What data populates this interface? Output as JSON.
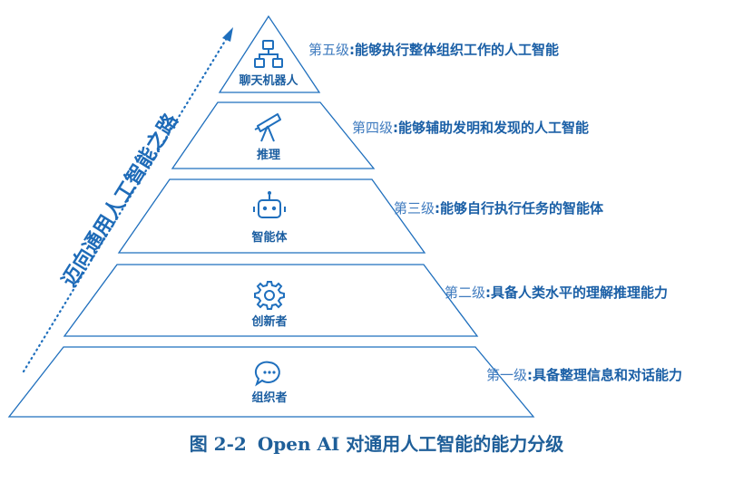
{
  "title_side": "迈向通用人工智能之路",
  "levels": [
    {
      "name": "组织者",
      "icon": "org-chart-icon",
      "num": "第五级",
      "desc": "能够执行整体组织工作的人工智能"
    },
    {
      "name": "创新者",
      "icon": "telescope-icon",
      "num": "第四级",
      "desc": "能够辅助发明和发现的人工智能"
    },
    {
      "name": "智能体",
      "icon": "robot-icon",
      "num": "第三级",
      "desc": "能够自行执行任务的智能体"
    },
    {
      "name": "推理",
      "icon": "gear-icon",
      "num": "第二级",
      "desc": "具备人类水平的理解推理能力"
    },
    {
      "name": "聊天机器人",
      "icon": "chat-bubble-icon",
      "num": "第一级",
      "desc": "具备整理信息和对话能力"
    }
  ],
  "caption": {
    "figure": "图 2-2",
    "text": "Open AI 对通用人工智能的能力分级"
  },
  "colors": {
    "stroke": "#1f6fbd",
    "text_dark": "#1a5fa6",
    "text_light": "#3f7bbf"
  }
}
